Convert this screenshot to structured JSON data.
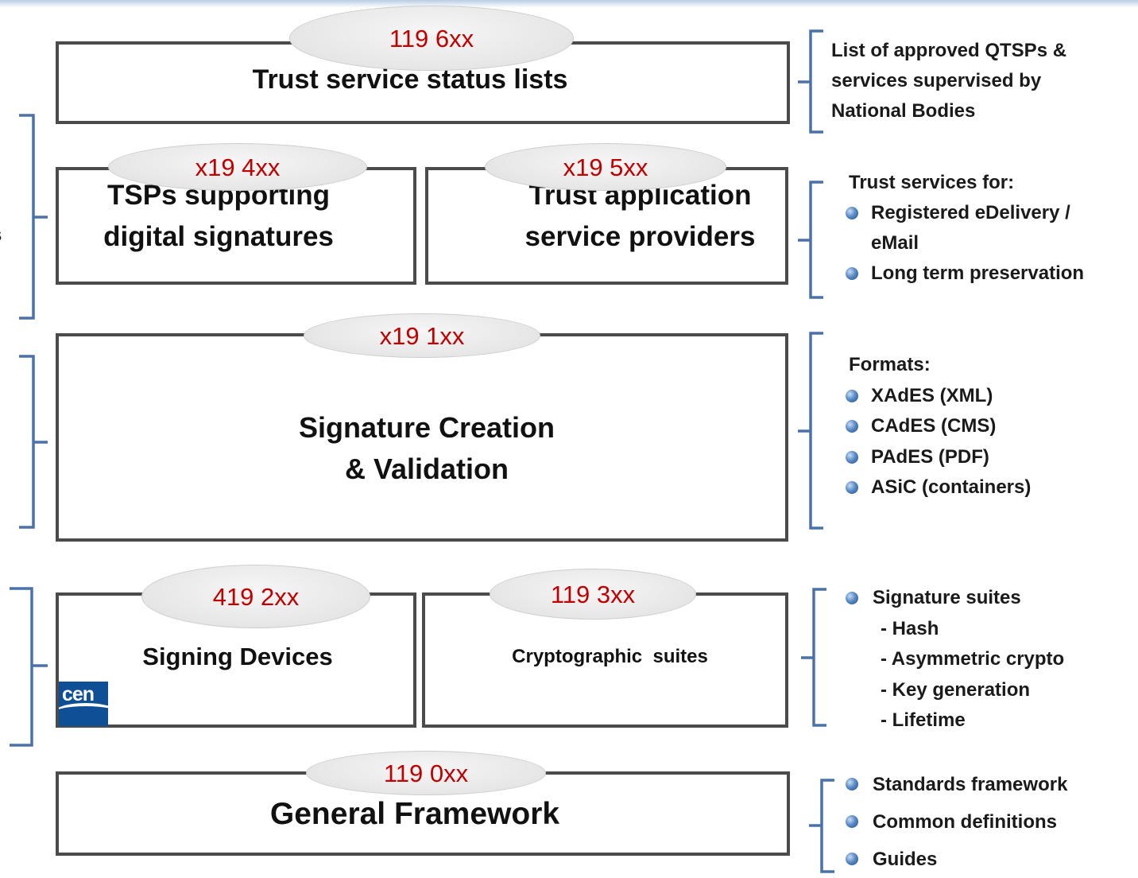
{
  "boxes": {
    "status_lists": {
      "title": "Trust service status lists",
      "code": "119 6xx"
    },
    "tsps": {
      "title": "TSPs supporting\ndigital signatures",
      "code": "x19 4xx"
    },
    "trust_app": {
      "title": "Trust application\nservice providers",
      "code": "x19 5xx"
    },
    "sig_creation": {
      "title": "Signature Creation\n& Validation",
      "code": "x19 1xx"
    },
    "signing_devices": {
      "title": "Signing Devices",
      "code": "419 2xx"
    },
    "crypto_suites": {
      "title": "Cryptographic  suites",
      "code": "119 3xx"
    },
    "general": {
      "title": "General Framework",
      "code": "119 0xx"
    }
  },
  "notes": {
    "status_lists": {
      "lines": [
        "List of approved QTSPs  &",
        "services supervised by",
        "National Bodies"
      ]
    },
    "trust_services": {
      "heading": "Trust services for:",
      "bullets": [
        "Registered eDelivery /\neMail",
        "Long term preservation"
      ]
    },
    "formats": {
      "heading": "Formats:",
      "bullets": [
        "XAdES (XML)",
        "CAdES (CMS)",
        "PAdES (PDF)",
        "ASiC (containers)"
      ]
    },
    "signature_suites": {
      "bullet": "Signature suites",
      "subitems": [
        "- Hash",
        "- Asymmetric crypto",
        "- Key generation",
        "- Lifetime"
      ]
    },
    "general": {
      "bullets": [
        "Standards framework",
        "Common definitions",
        "Guides"
      ]
    }
  },
  "logo": {
    "text": "cen"
  },
  "colors": {
    "code_red": "#c00000",
    "brace_blue": "#4a72a8",
    "box_border": "#4b4b4b"
  }
}
